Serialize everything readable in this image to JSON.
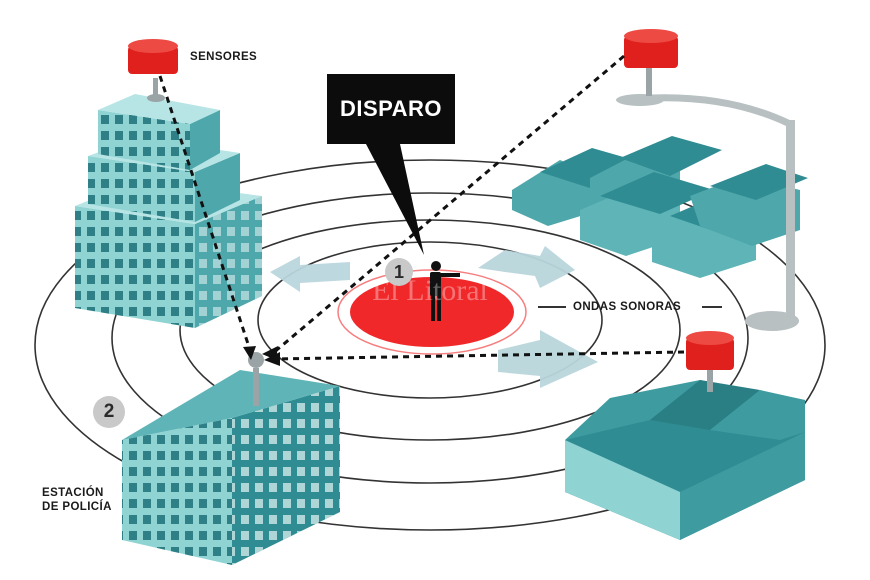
{
  "callout": {
    "label": "DISPARO"
  },
  "labels": {
    "sensores": "SENSORES",
    "ondas": "ONDAS SONORAS",
    "estacion_line1": "ESTACIÓN",
    "estacion_line2": "DE POLICÍA"
  },
  "markers": {
    "one": "1",
    "two": "2"
  },
  "watermark": "El Litoral",
  "colors": {
    "building_light": "#8fd3d3",
    "building_dark": "#2f8c92",
    "sensor_red": "#e0201c",
    "impact_red": "#f0282a",
    "ring": "#333333",
    "arrow": "#b9d6dc",
    "pole": "#b8c0c2"
  },
  "icons": [
    "gunman-icon",
    "sensor-icon",
    "streetlamp-icon"
  ]
}
